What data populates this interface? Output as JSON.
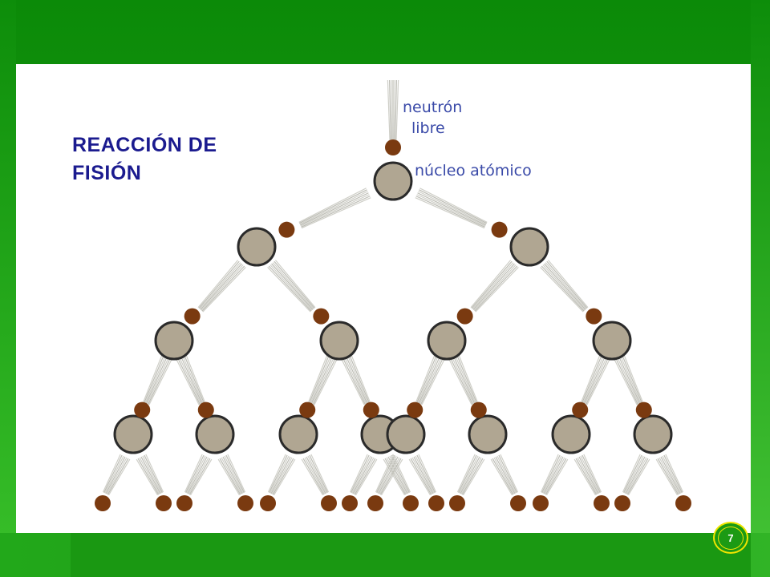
{
  "slide": {
    "title": "REACCIÓN DE FISIÓN",
    "page_number": "7"
  },
  "diagram": {
    "labels": {
      "free_neutron": "neutrón\nlibre",
      "atomic_nucleus": "núcleo atómico"
    },
    "levels": 4,
    "branching": 2,
    "colors": {
      "nucleus_fill": "#b0a692",
      "nucleus_stroke": "#2a2a2a",
      "neutron_fill": "#7a3a10",
      "trail": "#cfcfc8",
      "label_text": "#3a4aa8"
    }
  },
  "theme": {
    "background": "#0b8a08",
    "title_color": "#1b1b8f",
    "badge_ring": "#f0e500"
  }
}
